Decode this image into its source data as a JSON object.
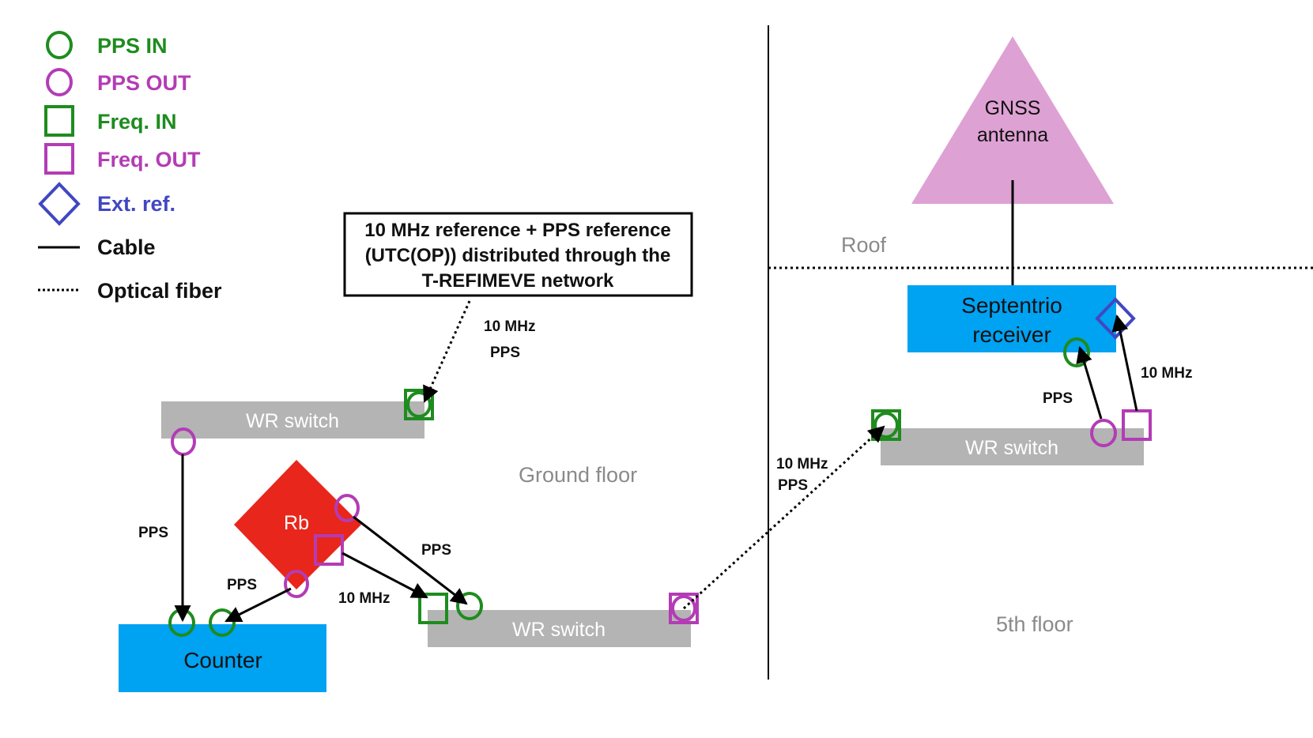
{
  "colors": {
    "in": "#1e8c1e",
    "out": "#b33cb5",
    "ext_ref": "#4147c1",
    "switch": "#b4b4b4",
    "blue_box": "#00a2f2",
    "rb": "#e8261b",
    "antenna": "#dea1d4"
  },
  "legend": {
    "pps_in": "PPS IN",
    "pps_out": "PPS OUT",
    "freq_in": "Freq. IN",
    "freq_out": "Freq. OUT",
    "ext_ref": "Ext. ref.",
    "cable": "Cable",
    "fiber": "Optical fiber"
  },
  "reference_box": {
    "line1": "10 MHz reference + PPS reference",
    "line2": "(UTC(OP)) distributed through the",
    "line3": "T-REFIMEVE network"
  },
  "nodes": {
    "wr_switch_top": "WR switch",
    "wr_switch_bottom": "WR switch",
    "wr_switch_right": "WR switch",
    "counter": "Counter",
    "rb": "Rb",
    "septentrio_line1": "Septentrio",
    "septentrio_line2": "receiver",
    "gnss_line1": "GNSS",
    "gnss_line2": "antenna"
  },
  "zones": {
    "ground_floor": "Ground floor",
    "fifth_floor": "5th floor",
    "roof": "Roof"
  },
  "edge_labels": {
    "ref_10mhz": "10 MHz",
    "ref_pps": "PPS",
    "sw_to_counter": "PPS",
    "rb_to_counter": "PPS",
    "rb_to_sw_pps": "PPS",
    "rb_to_sw_10mhz": "10 MHz",
    "fiber_10mhz": "10 MHz",
    "fiber_pps": "PPS",
    "sept_pps": "PPS",
    "sept_10mhz": "10 MHz"
  }
}
